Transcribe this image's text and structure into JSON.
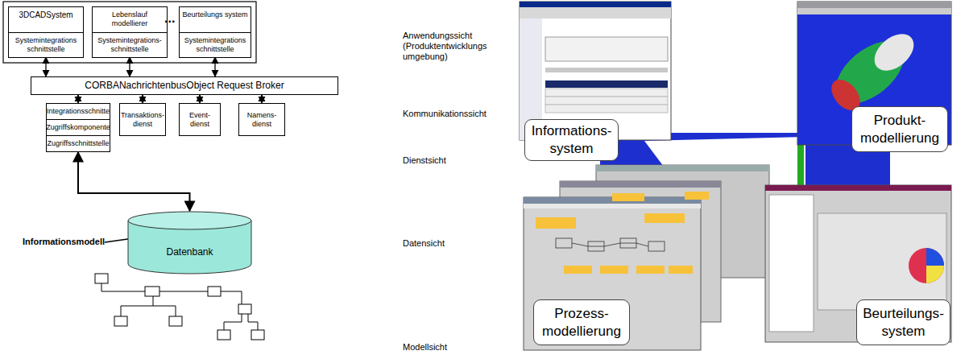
{
  "diagram": {
    "nodes": [
      {
        "text": [
          "3DCADSystem"
        ]
      },
      {
        "text": [
          "Systemintegrations schnittstelle"
        ],
        "in": 0
      },
      {
        "text": [
          "Lebenslauf modellierer"
        ]
      },
      {
        "text": [
          "Systemintegrations- schnittstelle"
        ],
        "in": 2
      },
      {
        "text": [
          "Beurteilungs system"
        ]
      },
      {
        "text": [
          "Systemintegrations schnittstelle"
        ],
        "in": 4
      },
      {
        "text": [
          "CORBANachrichtenbus",
          "Object Request Broker"
        ]
      },
      {
        "text": [
          "Integrationsschnitte"
        ]
      },
      {
        "text": [
          "Zugriffskomponente"
        ]
      },
      {
        "text": [
          "Zugriffsschnittstelle"
        ]
      },
      {
        "text": [
          "Transaktions- dienst"
        ]
      },
      {
        "text": [
          "Event- dienst"
        ]
      },
      {
        "text": [
          "Namens- dienst"
        ]
      },
      {
        "text": [
          "Datenbank"
        ]
      },
      {
        "text": [
          "Informations- system"
        ]
      },
      {
        "text": [
          "Produkt- modellierung"
        ]
      },
      {
        "text": [
          "Prozess- modellierung"
        ]
      },
      {
        "text": [
          "Beurteilungs- system"
        ]
      }
    ],
    "edges": [
      {
        "from": 1,
        "to": 6,
        "arrow": "both"
      },
      {
        "from": 3,
        "to": 6,
        "arrow": "both"
      },
      {
        "from": 5,
        "to": 6,
        "arrow": "both"
      },
      {
        "from": 6,
        "to": 7,
        "arrow": "both"
      },
      {
        "from": 6,
        "to": 10,
        "arrow": "both"
      },
      {
        "from": 6,
        "to": 11,
        "arrow": "both"
      },
      {
        "from": 6,
        "to": 12,
        "arrow": "both"
      },
      {
        "from": 9,
        "to": 13,
        "arrow": "both"
      }
    ],
    "labels": [
      "...",
      "Anwendungssicht (Produktentwicklungs umgebung)",
      "Kommunikationssicht",
      "Dienstsicht",
      "Datensicht",
      "Informationsmodell",
      "Modellsicht"
    ]
  }
}
